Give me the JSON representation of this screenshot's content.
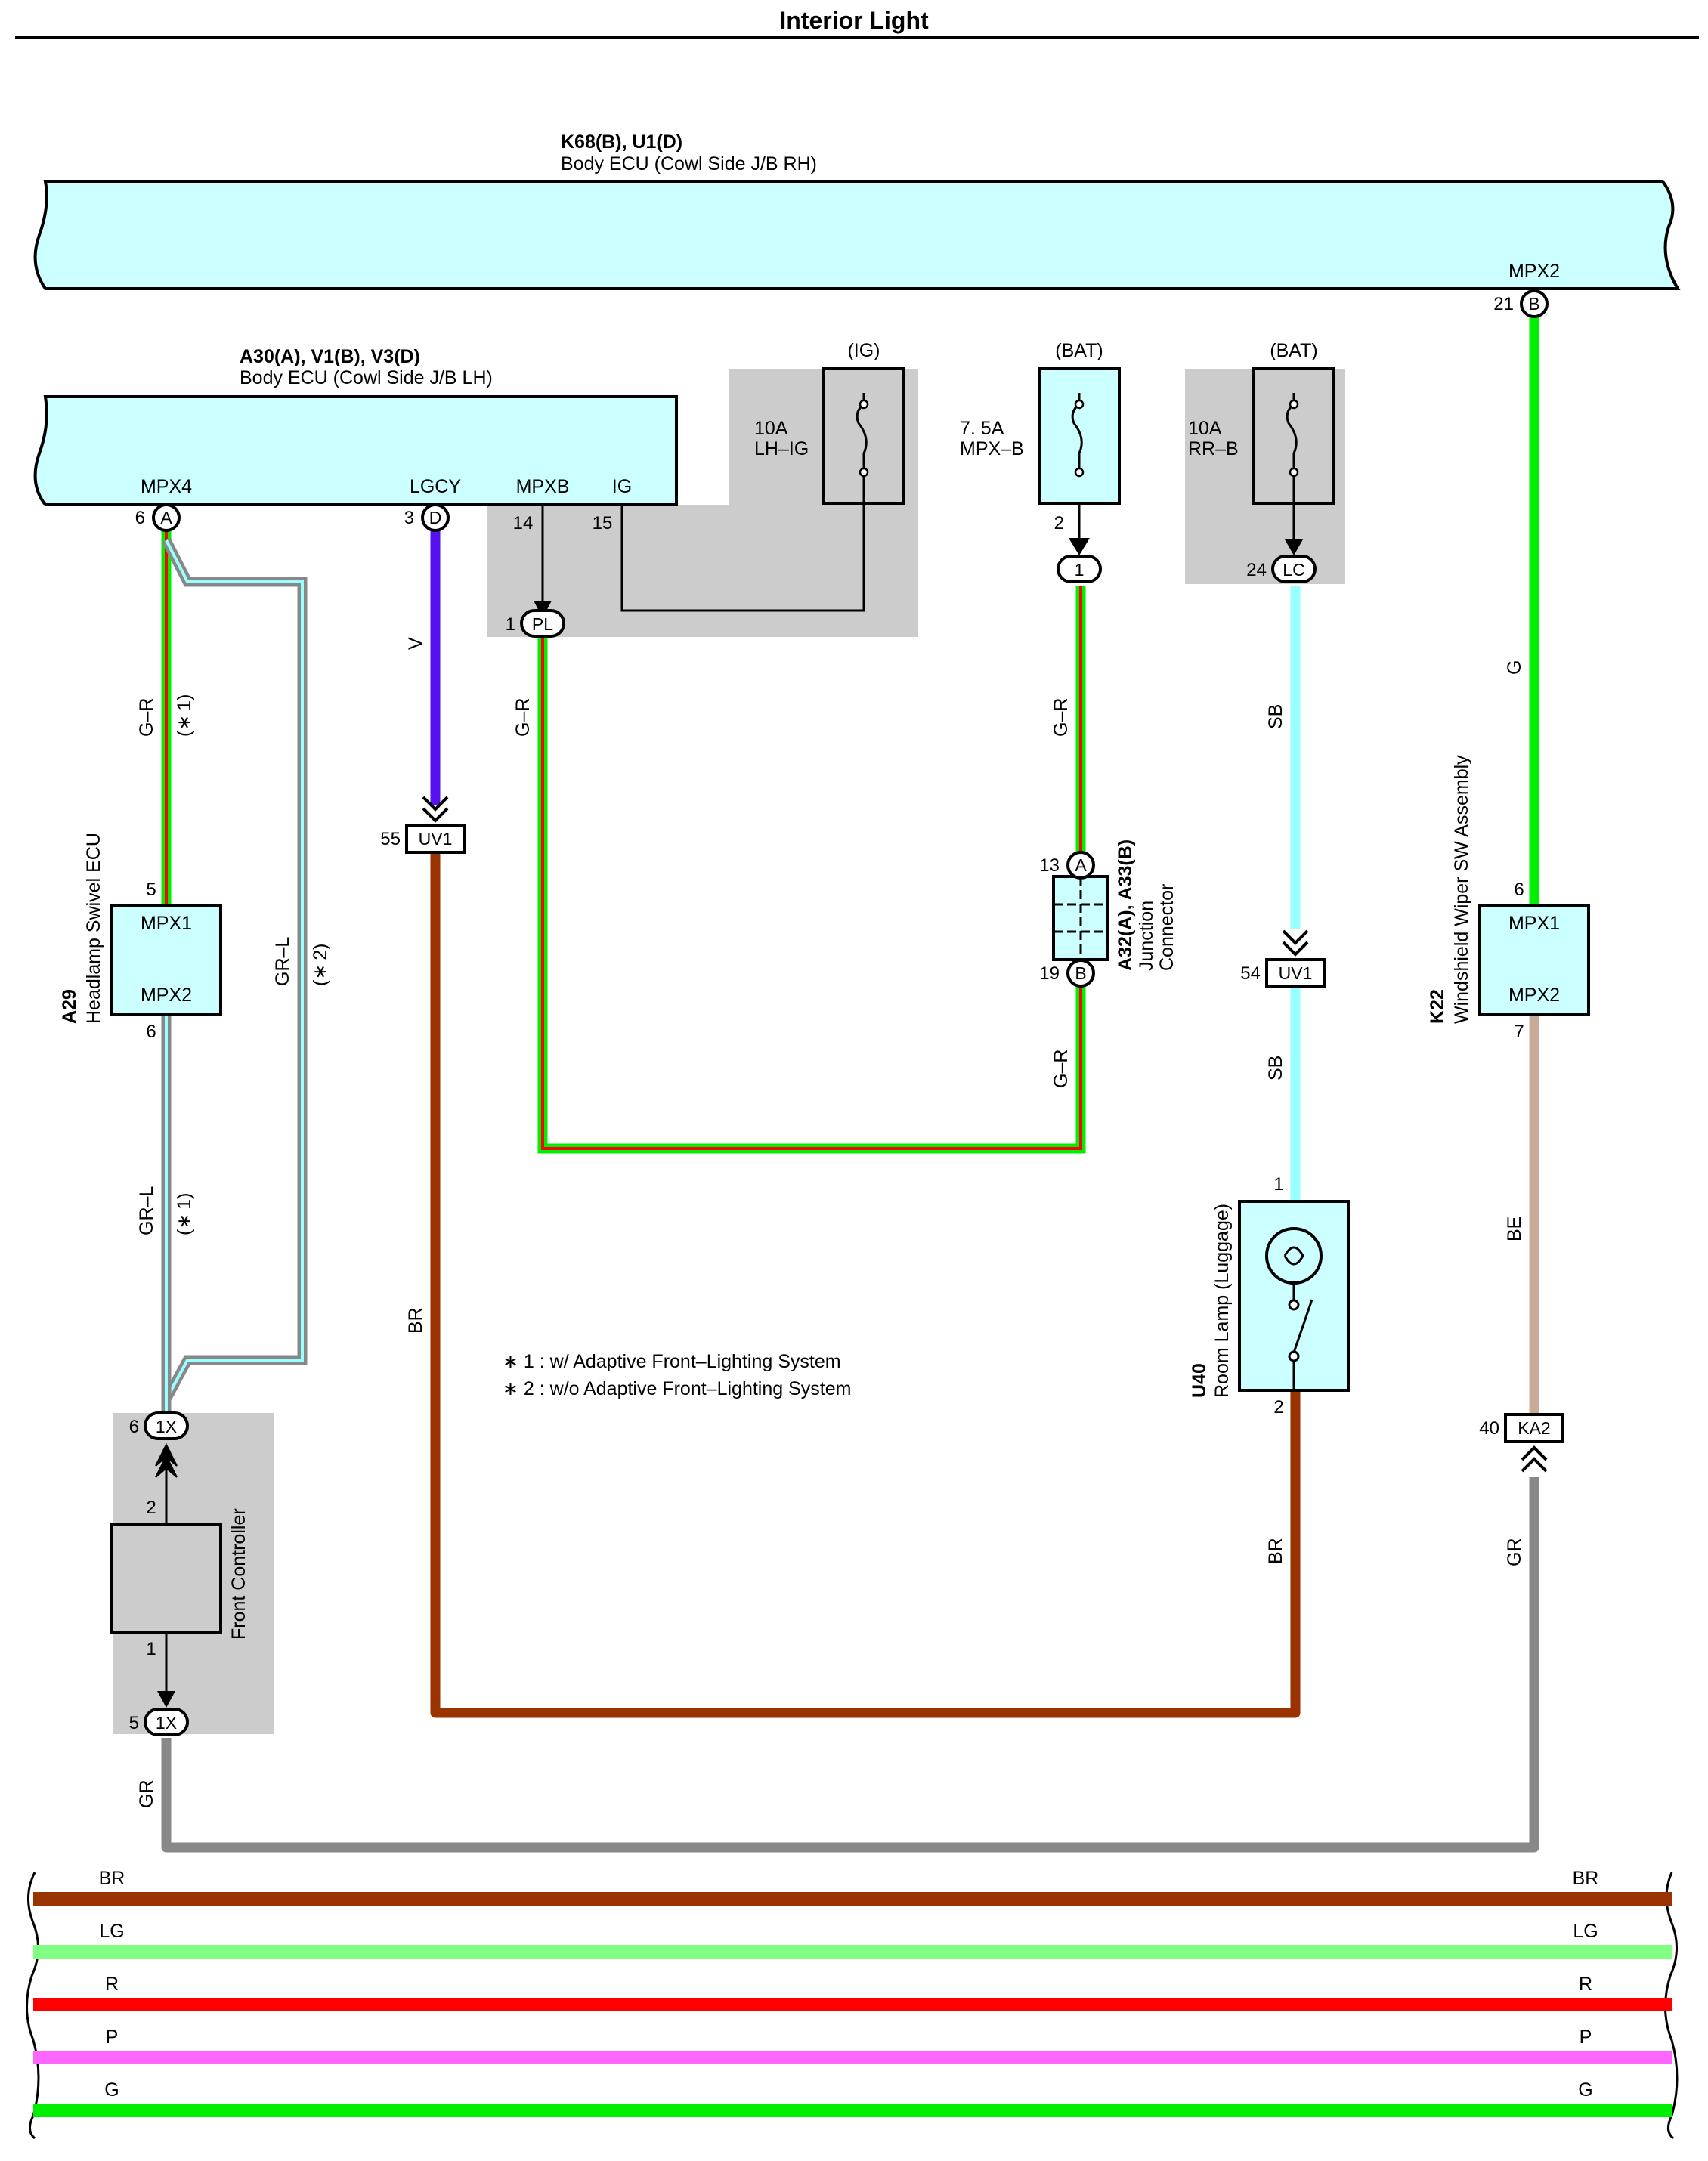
{
  "title": "Interior Light",
  "body_ecu_rh": {
    "code": "K68(B), U1(D)",
    "name": "Body ECU (Cowl Side J/B RH)",
    "terminal": "MPX2",
    "pin": "21",
    "conn": "B"
  },
  "body_ecu_lh": {
    "code": "A30(A), V1(B), V3(D)",
    "name": "Body ECU (Cowl Side J/B LH)",
    "terminals": [
      {
        "label": "MPX4",
        "pin": "6",
        "conn": "A"
      },
      {
        "label": "LGCY",
        "pin": "3",
        "conn": "D"
      },
      {
        "label": "MPXB",
        "pin": "14"
      },
      {
        "label": "IG",
        "pin": "15"
      }
    ]
  },
  "fuses": [
    {
      "source": "(IG)",
      "rating": "10A",
      "name": "LH–IG"
    },
    {
      "source": "(BAT)",
      "rating": "7. 5A",
      "name": "MPX–B",
      "out_pin": "2"
    },
    {
      "source": "(BAT)",
      "rating": "10A",
      "name": "RR–B"
    }
  ],
  "connectors": {
    "pl": {
      "pin": "1",
      "name": "PL"
    },
    "c1": {
      "name": "1"
    },
    "lc": {
      "pin": "24",
      "name": "LC"
    },
    "uv1_a": {
      "pin": "55",
      "name": "UV1"
    },
    "uv1_b": {
      "pin": "54",
      "name": "UV1"
    },
    "ka2": {
      "pin": "40",
      "name": "KA2"
    },
    "x1_top": {
      "pin": "6",
      "name": "1X"
    },
    "x1_bot": {
      "pin": "5",
      "name": "1X"
    }
  },
  "headlamp_ecu": {
    "code": "A29",
    "name": "Headlamp Swivel ECU",
    "t1": "MPX1",
    "t2": "MPX2",
    "pin_top": "5",
    "pin_bot": "6"
  },
  "wiper_sw": {
    "code": "K22",
    "name": "Windshield Wiper SW Assembly",
    "t1": "MPX1",
    "t2": "MPX2",
    "pin_top": "6",
    "pin_bot": "7"
  },
  "junction": {
    "code": "A32(A), A33(B)",
    "name1": "Junction",
    "name2": "Connector",
    "pin_a": "13",
    "conn_a": "A",
    "pin_b": "19",
    "conn_b": "B"
  },
  "room_lamp": {
    "code": "U40",
    "name": "Room Lamp (Luggage)",
    "pin_top": "1",
    "pin_bot": "2"
  },
  "front_controller": {
    "name": "Front Controller",
    "pin_top": "2",
    "pin_bot": "1"
  },
  "wires": {
    "gr_ecu1": "G–R",
    "note1": "(∗ 1)",
    "gr_l_right": "GR–L",
    "note2": "(∗ 2)",
    "gr_l_left": "GR–L",
    "note1b": "(∗ 1)",
    "v": "V",
    "br_left": "BR",
    "gr_pl": "G–R",
    "gr_fuse": "G–R",
    "gr_junc": "G–R",
    "sb1": "SB",
    "sb2": "SB",
    "br_lamp": "BR",
    "g": "G",
    "be": "BE",
    "gr_ka2": "GR",
    "gr_bottom": "GR"
  },
  "notes": [
    "∗ 1 : w/ Adaptive Front–Lighting System",
    "∗ 2 : w/o Adaptive Front–Lighting System"
  ],
  "legend": [
    {
      "code": "BR",
      "color": "#993300"
    },
    {
      "code": "LG",
      "color": "#80ff80"
    },
    {
      "code": "R",
      "color": "#ff0000"
    },
    {
      "code": "P",
      "color": "#ff66ff"
    },
    {
      "code": "G",
      "color": "#00ee00"
    }
  ],
  "colors": {
    "ecu_fill": "#ccffff",
    "grey_area": "#cccccc",
    "violet": "#5511ee",
    "sky_blue": "#99ffff",
    "beige": "#c8aa96",
    "gray_wire": "#888888",
    "brown": "#993300",
    "green": "#00ee00"
  }
}
